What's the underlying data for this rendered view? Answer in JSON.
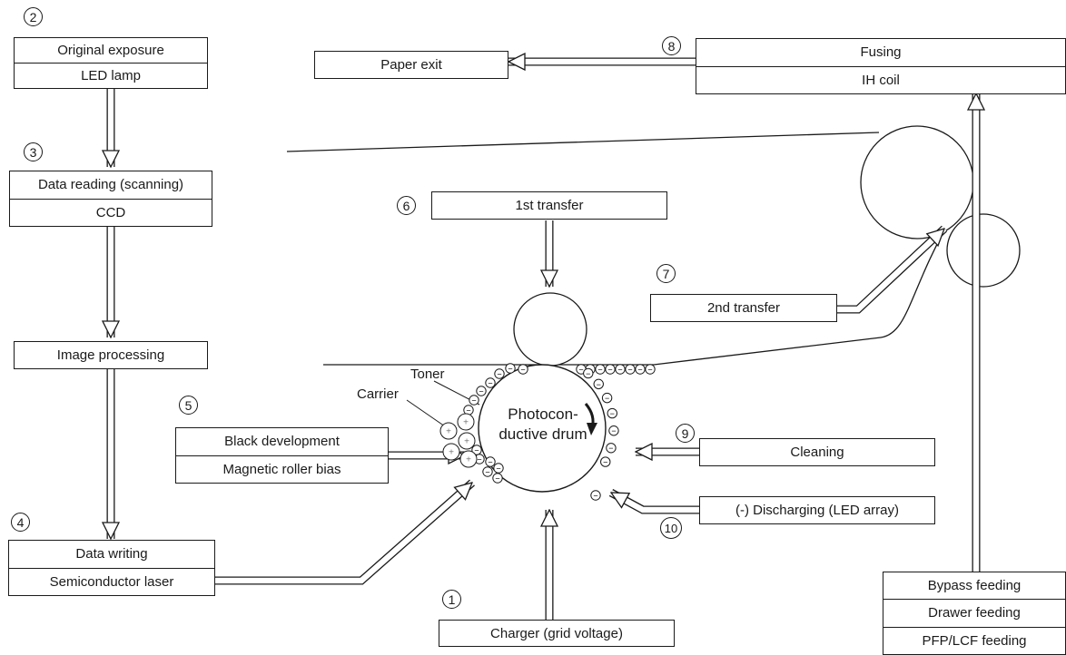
{
  "steps": {
    "s1": {
      "num": "1",
      "label": "Charger (grid voltage)"
    },
    "s2": {
      "num": "2",
      "title": "Original  exposure",
      "sub": "LED lamp"
    },
    "s3": {
      "num": "3",
      "title": "Data reading (scanning)",
      "sub": "CCD"
    },
    "image_processing": "Image processing",
    "s4": {
      "num": "4",
      "title": "Data writing",
      "sub": "Semiconductor laser"
    },
    "s5": {
      "num": "5",
      "title": "Black development",
      "sub": "Magnetic roller bias"
    },
    "s6": {
      "num": "6",
      "label": "1st transfer"
    },
    "s7": {
      "num": "7",
      "label": "2nd transfer"
    },
    "s8": {
      "num": "8",
      "title": "Fusing",
      "sub": "IH coil"
    },
    "s9": {
      "num": "9",
      "label": "Cleaning"
    },
    "s10": {
      "num": "10",
      "label": "(-) Discharging (LED array)"
    }
  },
  "paper_exit": "Paper exit",
  "feeding": [
    "Bypass feeding",
    "Drawer feeding",
    "PFP/LCF feeding"
  ],
  "drum_label": "Photocon-\nductive drum",
  "toner_label": "Toner",
  "carrier_label": "Carrier",
  "charge_symbol": "−",
  "carrier_symbol": "+"
}
